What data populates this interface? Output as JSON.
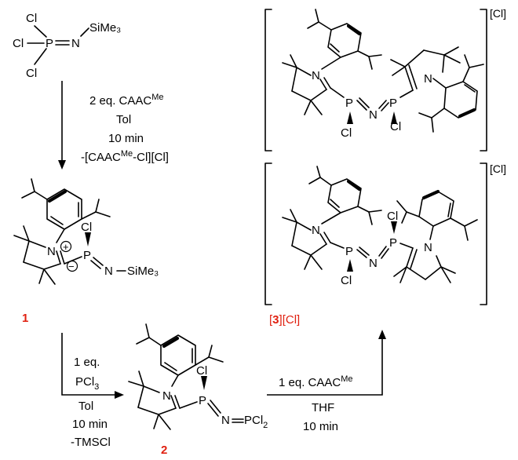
{
  "colors": {
    "ink": "#000000",
    "compound_label": "#e02010",
    "background": "#ffffff"
  },
  "reagent": {
    "cl_top": "Cl",
    "cl_left": "Cl",
    "cl_bottom": "Cl",
    "p": "P",
    "n": "N",
    "sime3": "SiMe₃"
  },
  "step1": {
    "line1_main": "2 eq. CAAC",
    "line1_sup": "Me",
    "line2": "Tol",
    "line3": "10 min",
    "line4_a": "-[CAAC",
    "line4_sup": "Me",
    "line4_b": "-Cl][Cl]"
  },
  "compound1": {
    "label": "1",
    "n": "N",
    "p": "P",
    "cl": "Cl",
    "n2": "N",
    "sime3": "SiMe₃",
    "plus": "+",
    "minus": "−"
  },
  "step2": {
    "line1": "1 eq.",
    "line2_main": "PCl",
    "line2_sub": "3",
    "line3": "Tol",
    "line4": "10 min",
    "line5": "-TMSCl"
  },
  "compound2": {
    "label": "2",
    "n": "N",
    "p": "P",
    "cl": "Cl",
    "n2": "N",
    "pcl2_main": "PCl",
    "pcl2_sub": "2"
  },
  "step3": {
    "line1_main": "1 eq. CAAC",
    "line1_sup": "Me",
    "line2": "THF",
    "line3": "10 min"
  },
  "compound3": {
    "label_num": "3",
    "label_suffix": "[Cl]",
    "counterion_top": "[Cl]",
    "counterion_bottom": "[Cl]",
    "top": {
      "n_left": "N",
      "n_right": "N",
      "p_left": "P",
      "p_right": "P",
      "n_mid": "N",
      "cl_left": "Cl",
      "cl_right": "Cl"
    },
    "bottom": {
      "n_left": "N",
      "n_right": "N",
      "p_left": "P",
      "p_right": "P",
      "n_mid": "N",
      "cl_left": "Cl",
      "cl_right": "Cl"
    }
  }
}
